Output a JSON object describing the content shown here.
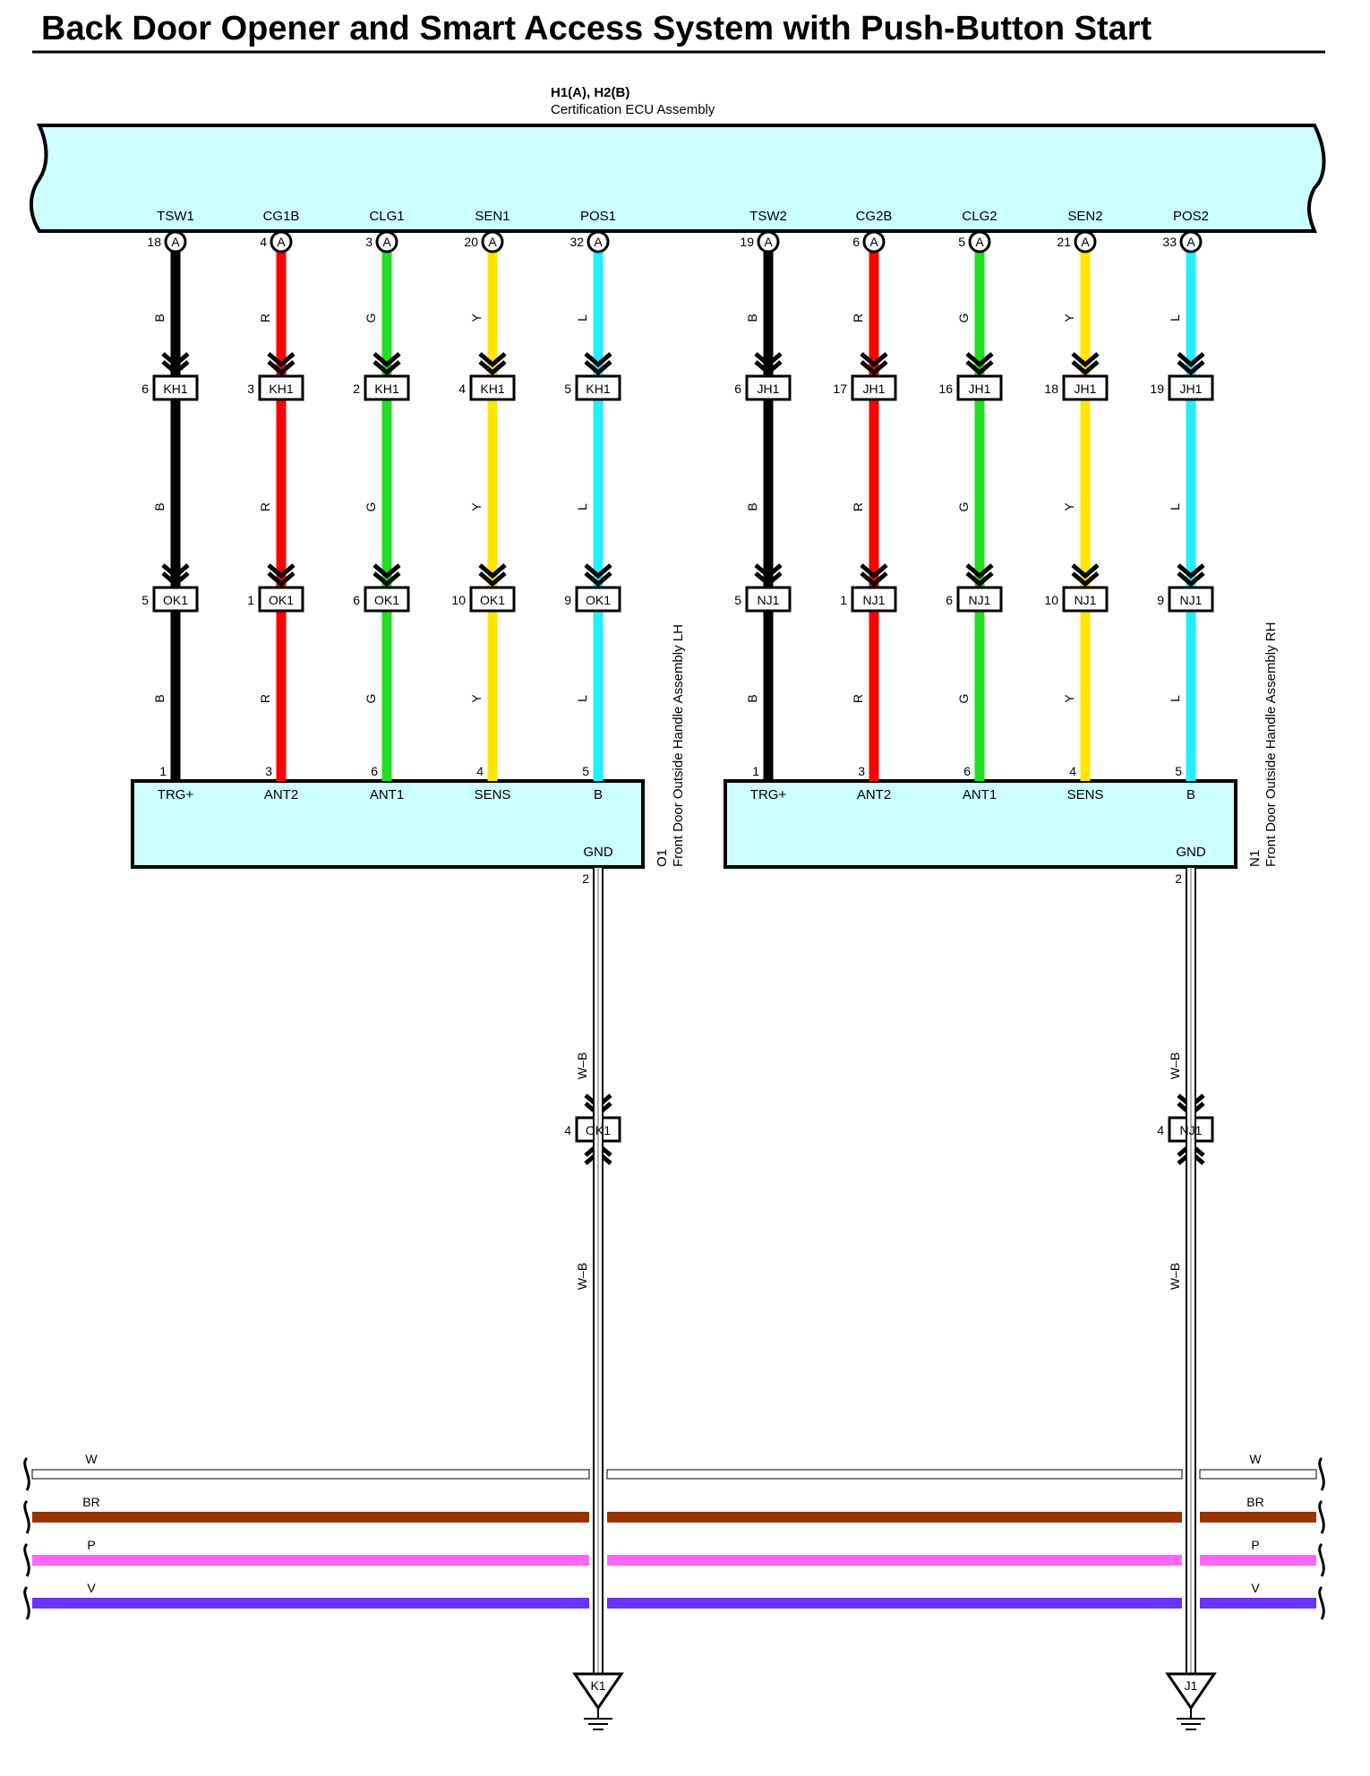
{
  "title": "Back Door Opener and Smart Access System with Push-Button Start",
  "ecu": {
    "id": "H1(A), H2(B)",
    "name": "Certification ECU Assembly",
    "color": "#ccffff"
  },
  "groups": [
    {
      "connector_tag": "A",
      "pins": [
        {
          "name": "TSW1",
          "ecu_pin": "18",
          "color": "B",
          "hex": "#000000",
          "j1_pin": "6",
          "j1": "KH1",
          "j2_pin": "5",
          "j2": "OK1",
          "dev_pin": "1",
          "dev_name": "TRG+"
        },
        {
          "name": "CG1B",
          "ecu_pin": "4",
          "color": "R",
          "hex": "#ff0000",
          "j1_pin": "3",
          "j1": "KH1",
          "j2_pin": "1",
          "j2": "OK1",
          "dev_pin": "3",
          "dev_name": "ANT2"
        },
        {
          "name": "CLG1",
          "ecu_pin": "3",
          "color": "G",
          "hex": "#22dd22",
          "j1_pin": "2",
          "j1": "KH1",
          "j2_pin": "6",
          "j2": "OK1",
          "dev_pin": "6",
          "dev_name": "ANT1"
        },
        {
          "name": "SEN1",
          "ecu_pin": "20",
          "color": "Y",
          "hex": "#ffe600",
          "j1_pin": "4",
          "j1": "KH1",
          "j2_pin": "10",
          "j2": "OK1",
          "dev_pin": "4",
          "dev_name": "SENS"
        },
        {
          "name": "POS1",
          "ecu_pin": "32",
          "color": "L",
          "hex": "#22eeff",
          "j1_pin": "5",
          "j1": "KH1",
          "j2_pin": "9",
          "j2": "OK1",
          "dev_pin": "5",
          "dev_name": "B"
        }
      ],
      "device": {
        "id": "O1",
        "name": "Front Door Outside Handle Assembly LH",
        "gnd_label": "GND",
        "gnd_pin": "2"
      },
      "gnd_wire": {
        "color": "W–B",
        "junction_pin": "4",
        "junction": "OK1",
        "ground_point": "K1"
      }
    },
    {
      "connector_tag": "A",
      "pins": [
        {
          "name": "TSW2",
          "ecu_pin": "19",
          "color": "B",
          "hex": "#000000",
          "j1_pin": "6",
          "j1": "JH1",
          "j2_pin": "5",
          "j2": "NJ1",
          "dev_pin": "1",
          "dev_name": "TRG+"
        },
        {
          "name": "CG2B",
          "ecu_pin": "6",
          "color": "R",
          "hex": "#ff0000",
          "j1_pin": "17",
          "j1": "JH1",
          "j2_pin": "1",
          "j2": "NJ1",
          "dev_pin": "3",
          "dev_name": "ANT2"
        },
        {
          "name": "CLG2",
          "ecu_pin": "5",
          "color": "G",
          "hex": "#22dd22",
          "j1_pin": "16",
          "j1": "JH1",
          "j2_pin": "6",
          "j2": "NJ1",
          "dev_pin": "6",
          "dev_name": "ANT1"
        },
        {
          "name": "SEN2",
          "ecu_pin": "21",
          "color": "Y",
          "hex": "#ffe600",
          "j1_pin": "18",
          "j1": "JH1",
          "j2_pin": "10",
          "j2": "NJ1",
          "dev_pin": "4",
          "dev_name": "SENS"
        },
        {
          "name": "POS2",
          "ecu_pin": "33",
          "color": "L",
          "hex": "#22eeff",
          "j1_pin": "19",
          "j1": "JH1",
          "j2_pin": "9",
          "j2": "NJ1",
          "dev_pin": "5",
          "dev_name": "B"
        }
      ],
      "device": {
        "id": "N1",
        "name": "Front Door Outside Handle Assembly RH",
        "gnd_label": "GND",
        "gnd_pin": "2"
      },
      "gnd_wire": {
        "color": "W–B",
        "junction_pin": "4",
        "junction": "NJ1",
        "ground_point": "J1"
      }
    }
  ],
  "bus_wires": [
    {
      "label": "W",
      "hex": "#ffffff"
    },
    {
      "label": "BR",
      "hex": "#993300"
    },
    {
      "label": "P",
      "hex": "#ff66ff"
    },
    {
      "label": "V",
      "hex": "#6633ff"
    }
  ]
}
